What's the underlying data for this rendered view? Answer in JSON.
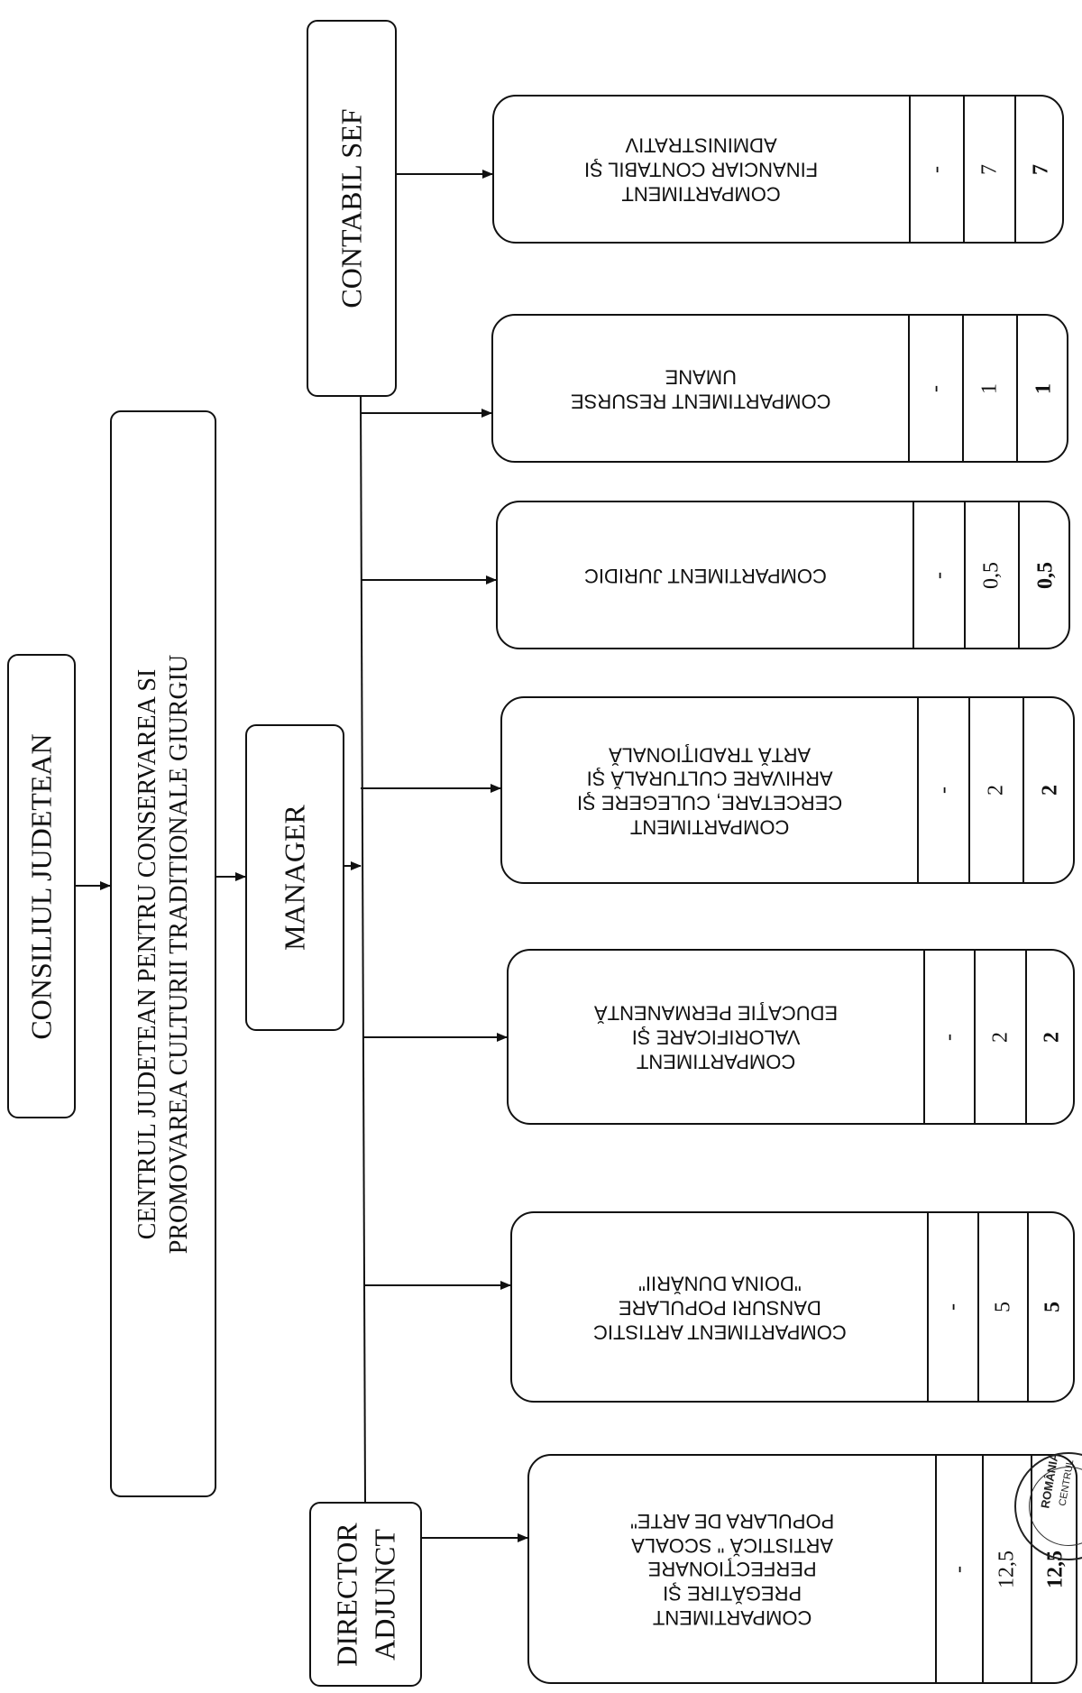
{
  "organization": {
    "council": "CONSILIUL JUDETEAN",
    "centre_line1": "CENTRUL JUDETEAN PENTRU CONSERVAREA SI",
    "centre_line2": "PROMOVAREA CULTURII TRADITIONALE GIURGIU",
    "manager": "MANAGER",
    "deputy_line1": "DIRECTOR",
    "deputy_line2": "ADJUNCT",
    "chief_accountant": "CONTABIL SEF"
  },
  "departments": [
    {
      "name": "COMPARTIMENT\nPREGĂTIRE ŞI\nPERFECŢIONARE\nARTISTICĂ \" SCOALA\nPOPULARA DE ARTE\"",
      "values": [
        "-",
        "12,5",
        "12,5"
      ]
    },
    {
      "name": "COMPARTIMENT ARTISTIC\nDANSURI POPULARE\n\"DOINA DUNĂRII\"",
      "values": [
        "-",
        "5",
        "5"
      ]
    },
    {
      "name": "COMPARTIMENT\nVALORIFICARE ŞI\nEDUCAŢIE PERMANENTĂ",
      "values": [
        "-",
        "2",
        "2"
      ]
    },
    {
      "name": "COMPARTIMENT\nCERCETARE, CULEGERE ŞI\nARHIVARE CULTURALĂ ŞI\nARTĂ TRADIŢIONALĂ",
      "values": [
        "-",
        "2",
        "2"
      ]
    },
    {
      "name": "COMPARTIMENT JURIDIC",
      "values": [
        "-",
        "0,5",
        "0,5"
      ]
    },
    {
      "name": "COMPARTIMENT RESURSE\nUMANE",
      "values": [
        "-",
        "1",
        "1"
      ]
    },
    {
      "name": "COMPARTIMENT\nFINANCIAR CONTABIL ŞI\nADMINISTRATIV",
      "values": [
        "-",
        "7",
        "7"
      ]
    }
  ],
  "stamp": {
    "line1": "ROMÂNIA",
    "line2": "CENTRUL"
  }
}
